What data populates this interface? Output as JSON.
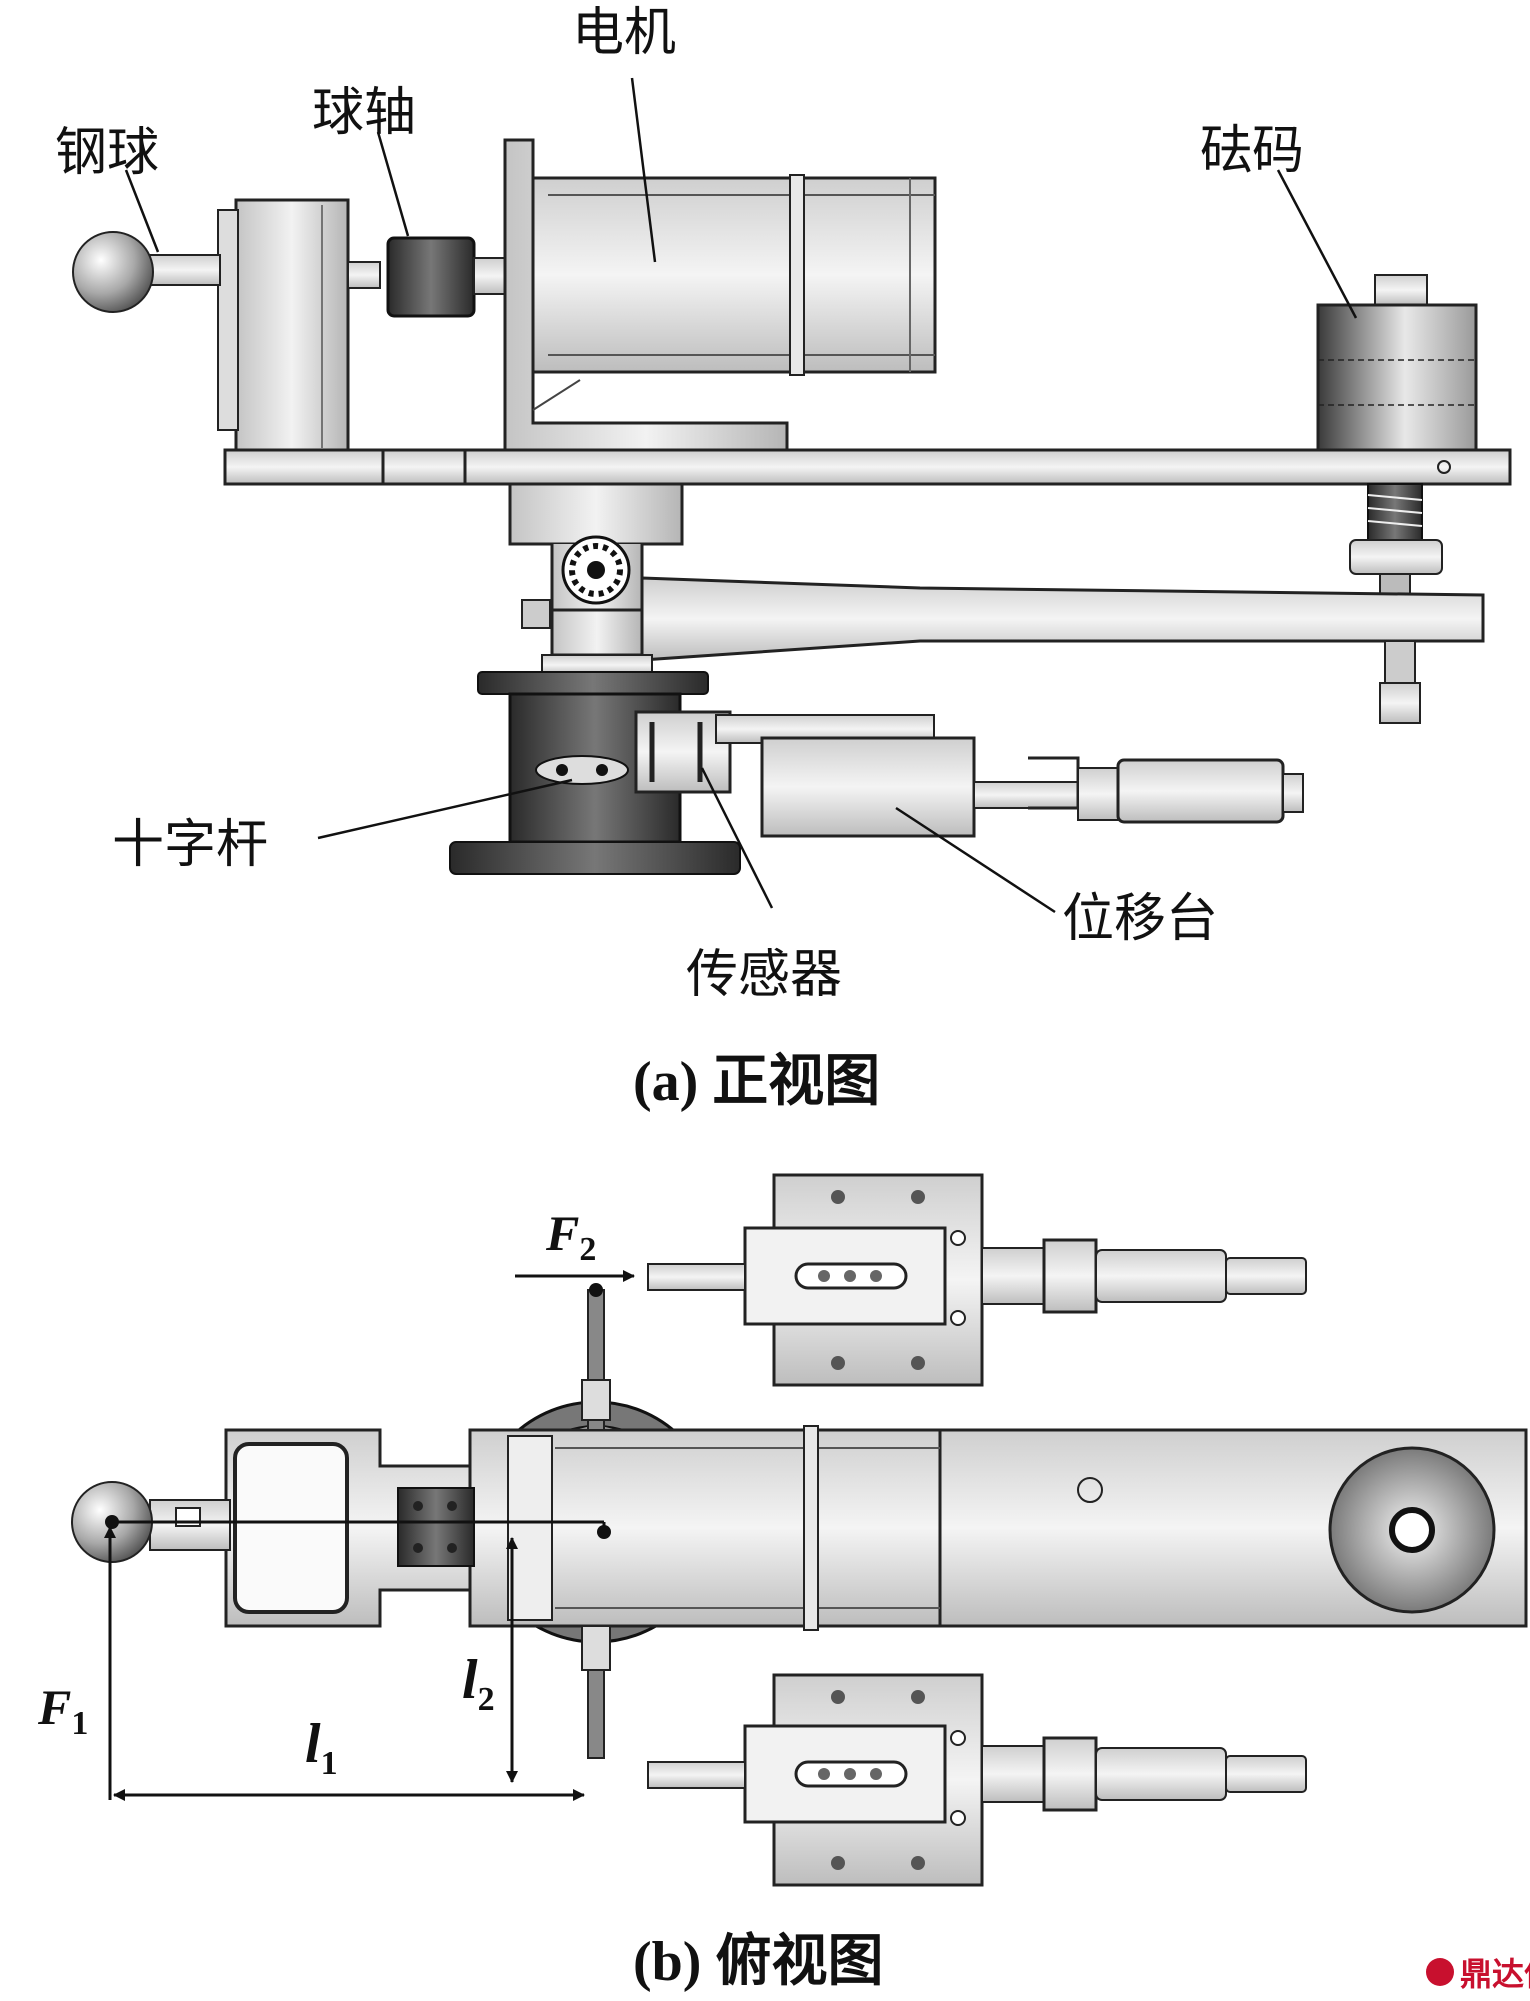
{
  "front_view": {
    "labels": {
      "steel_ball": "钢球",
      "ball_shaft": "球轴",
      "motor": "电机",
      "weight": "砝码",
      "cross_rod": "十字杆",
      "sensor": "传感器",
      "stage": "位移台"
    },
    "caption": "(a) 正视图"
  },
  "top_view": {
    "forces": {
      "f1_base": "F",
      "f1_sub": "1",
      "f2_base": "F",
      "f2_sub": "2"
    },
    "lengths": {
      "l1_base": "l",
      "l1_sub": "1",
      "l2_base": "l",
      "l2_sub": "2"
    },
    "caption": "(b) 俯视图"
  },
  "watermark": {
    "text": "鼎达信",
    "icon": "brand-seal-icon",
    "color": "#c8102e"
  }
}
